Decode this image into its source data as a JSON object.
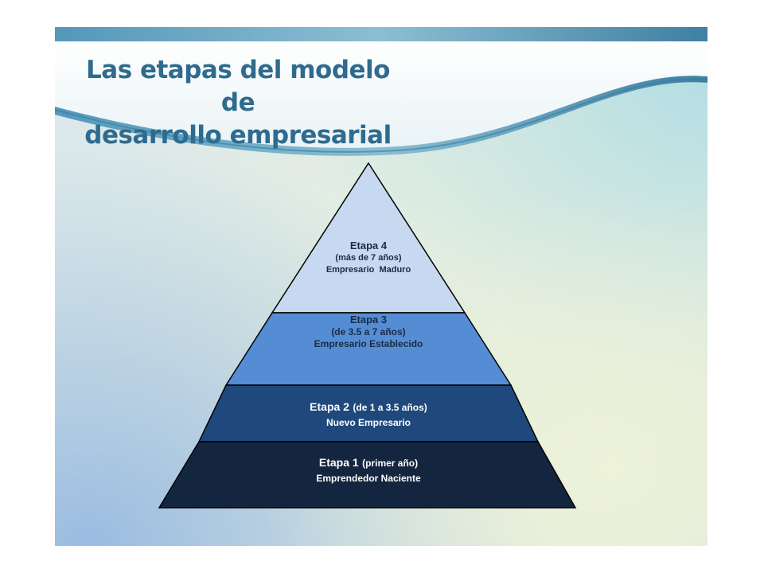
{
  "slide": {
    "title_line1": "Las etapas del modelo de",
    "title_line2": "desarrollo empresarial"
  },
  "pyramid": {
    "levels": [
      {
        "stage": "Etapa 4",
        "period": "(más de 7 años)",
        "name": "Empresario  Maduro",
        "color": "#c6d9f0"
      },
      {
        "stage": "Etapa 3",
        "period": "(de 3.5 a 7 años)",
        "name": "Empresario Establecido",
        "color": "#548dd4"
      },
      {
        "stage": "Etapa 2",
        "period": "(de 1 a 3.5 años)",
        "name": "Nuevo Empresario",
        "color": "#1f497d"
      },
      {
        "stage": "Etapa 1",
        "period": "(primer año)",
        "name": "Emprendedor Naciente",
        "color": "#14263f"
      }
    ]
  },
  "colors": {
    "title": "#2e6b8f",
    "wave_dark": "#2f7ea6",
    "wave_light": "#ffffff"
  }
}
